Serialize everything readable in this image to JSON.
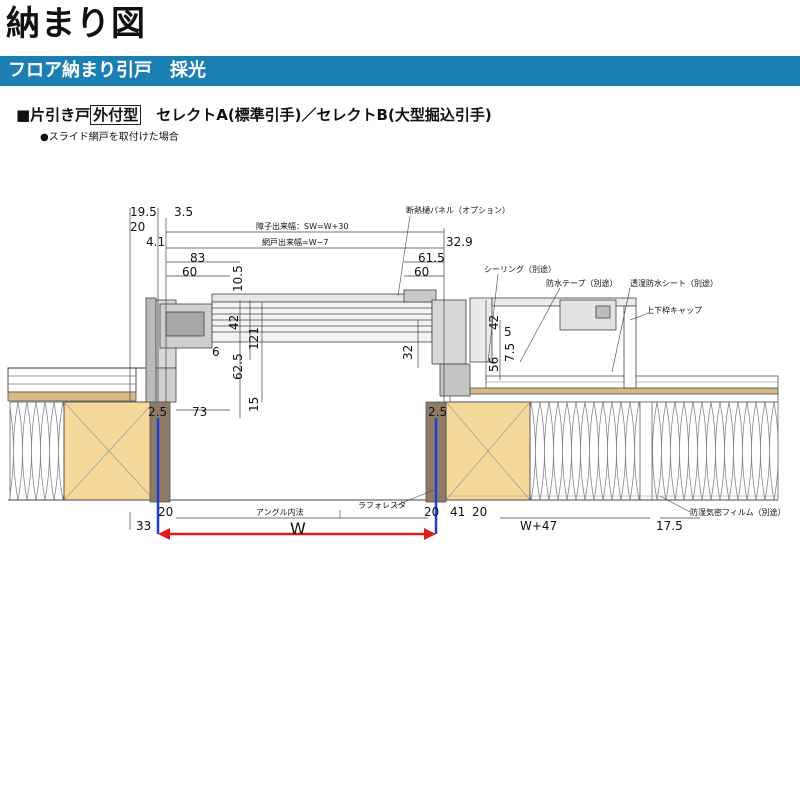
{
  "title": "納まり図",
  "subtitle": "フロア納まり引戸　採光",
  "heading": {
    "prefix": "■片引き戸",
    "boxed": "外付型",
    "rest": "セレクトA(標準引手)／セレクトB(大型掘込引手)"
  },
  "note": "●スライド網戸を取付けた場合",
  "labels": {
    "insulation_panel": "断熱樋パネル（オプション）",
    "sealing": "シーリング（別途）",
    "waterproof_tape": "防水テープ（別途）",
    "permeable_sheet": "透湿防水シート（別途）",
    "frame_cap": "上下枠キャップ",
    "shoji_width": "障子出来幅：SW=W+30",
    "screen_width": "網戸出来幅=W−7",
    "angle_inner": "アングル内法",
    "lath": "ラフォレスタ",
    "vapor_film": "防湿気密フィルム（別途）"
  },
  "dims": {
    "d19_5": "19.5",
    "d3_5": "3.5",
    "d20_top": "20",
    "d4_1": "4.1",
    "d32_9": "32.9",
    "d83": "83",
    "d61_5": "61.5",
    "d60_left": "60",
    "d60_right": "60",
    "d10_5": "10.5",
    "d42_left": "42",
    "d42_right": "42",
    "d5": "5",
    "d121": "121",
    "d32": "32",
    "d6": "6",
    "d62_5": "62.5",
    "d56": "56",
    "d7_5": "7.5",
    "d2_5_left": "2.5",
    "d73": "73",
    "d15": "15",
    "d2_5_right": "2.5",
    "d20_bl": "20",
    "d20_br": "20",
    "d41": "41",
    "d20_far": "20",
    "d33": "33",
    "dW": "W",
    "dW47": "W+47",
    "d17_5": "17.5"
  },
  "colors": {
    "header_bar": "#1c7fb4",
    "wood": "#f6d89a",
    "arrow_red": "#e11a1a",
    "blue_line": "#1a3fd6",
    "frame": "#7d7d7d"
  }
}
